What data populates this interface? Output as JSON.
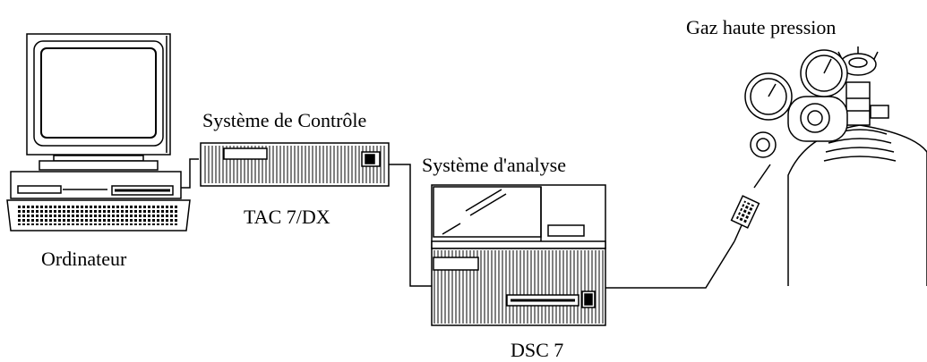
{
  "labels": {
    "gas": "Gaz haute pression",
    "control_system": "Système de Contrôle",
    "analysis_system": "Système d'analyse",
    "controller_model": "TAC 7/DX",
    "computer": "Ordinateur",
    "instrument_model": "DSC 7"
  },
  "colors": {
    "line": "#000000",
    "background": "#ffffff"
  }
}
